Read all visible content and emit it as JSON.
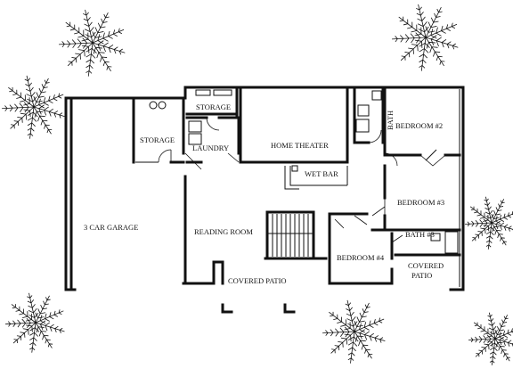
{
  "rooms": {
    "storage_top": "STORAGE",
    "storage_left": "STORAGE",
    "laundry": "LAUNDRY",
    "home_theater": "HOME THEATER",
    "bath_top": "BATH",
    "bedroom2": "BEDROOM #2",
    "wet_bar": "WET BAR",
    "bedroom3": "BEDROOM #3",
    "garage": "3 CAR GARAGE",
    "reading_room": "READING ROOM",
    "bath3": "BATH #3",
    "bedroom4": "BEDROOM #4",
    "covered_patio_right_1": "COVERED",
    "covered_patio_right_2": "PATIO",
    "covered_patio_main": "COVERED PATIO"
  },
  "icons": [
    "palm-plant-icon",
    "door-swing-icon",
    "stair-icon",
    "fixture-icon"
  ]
}
